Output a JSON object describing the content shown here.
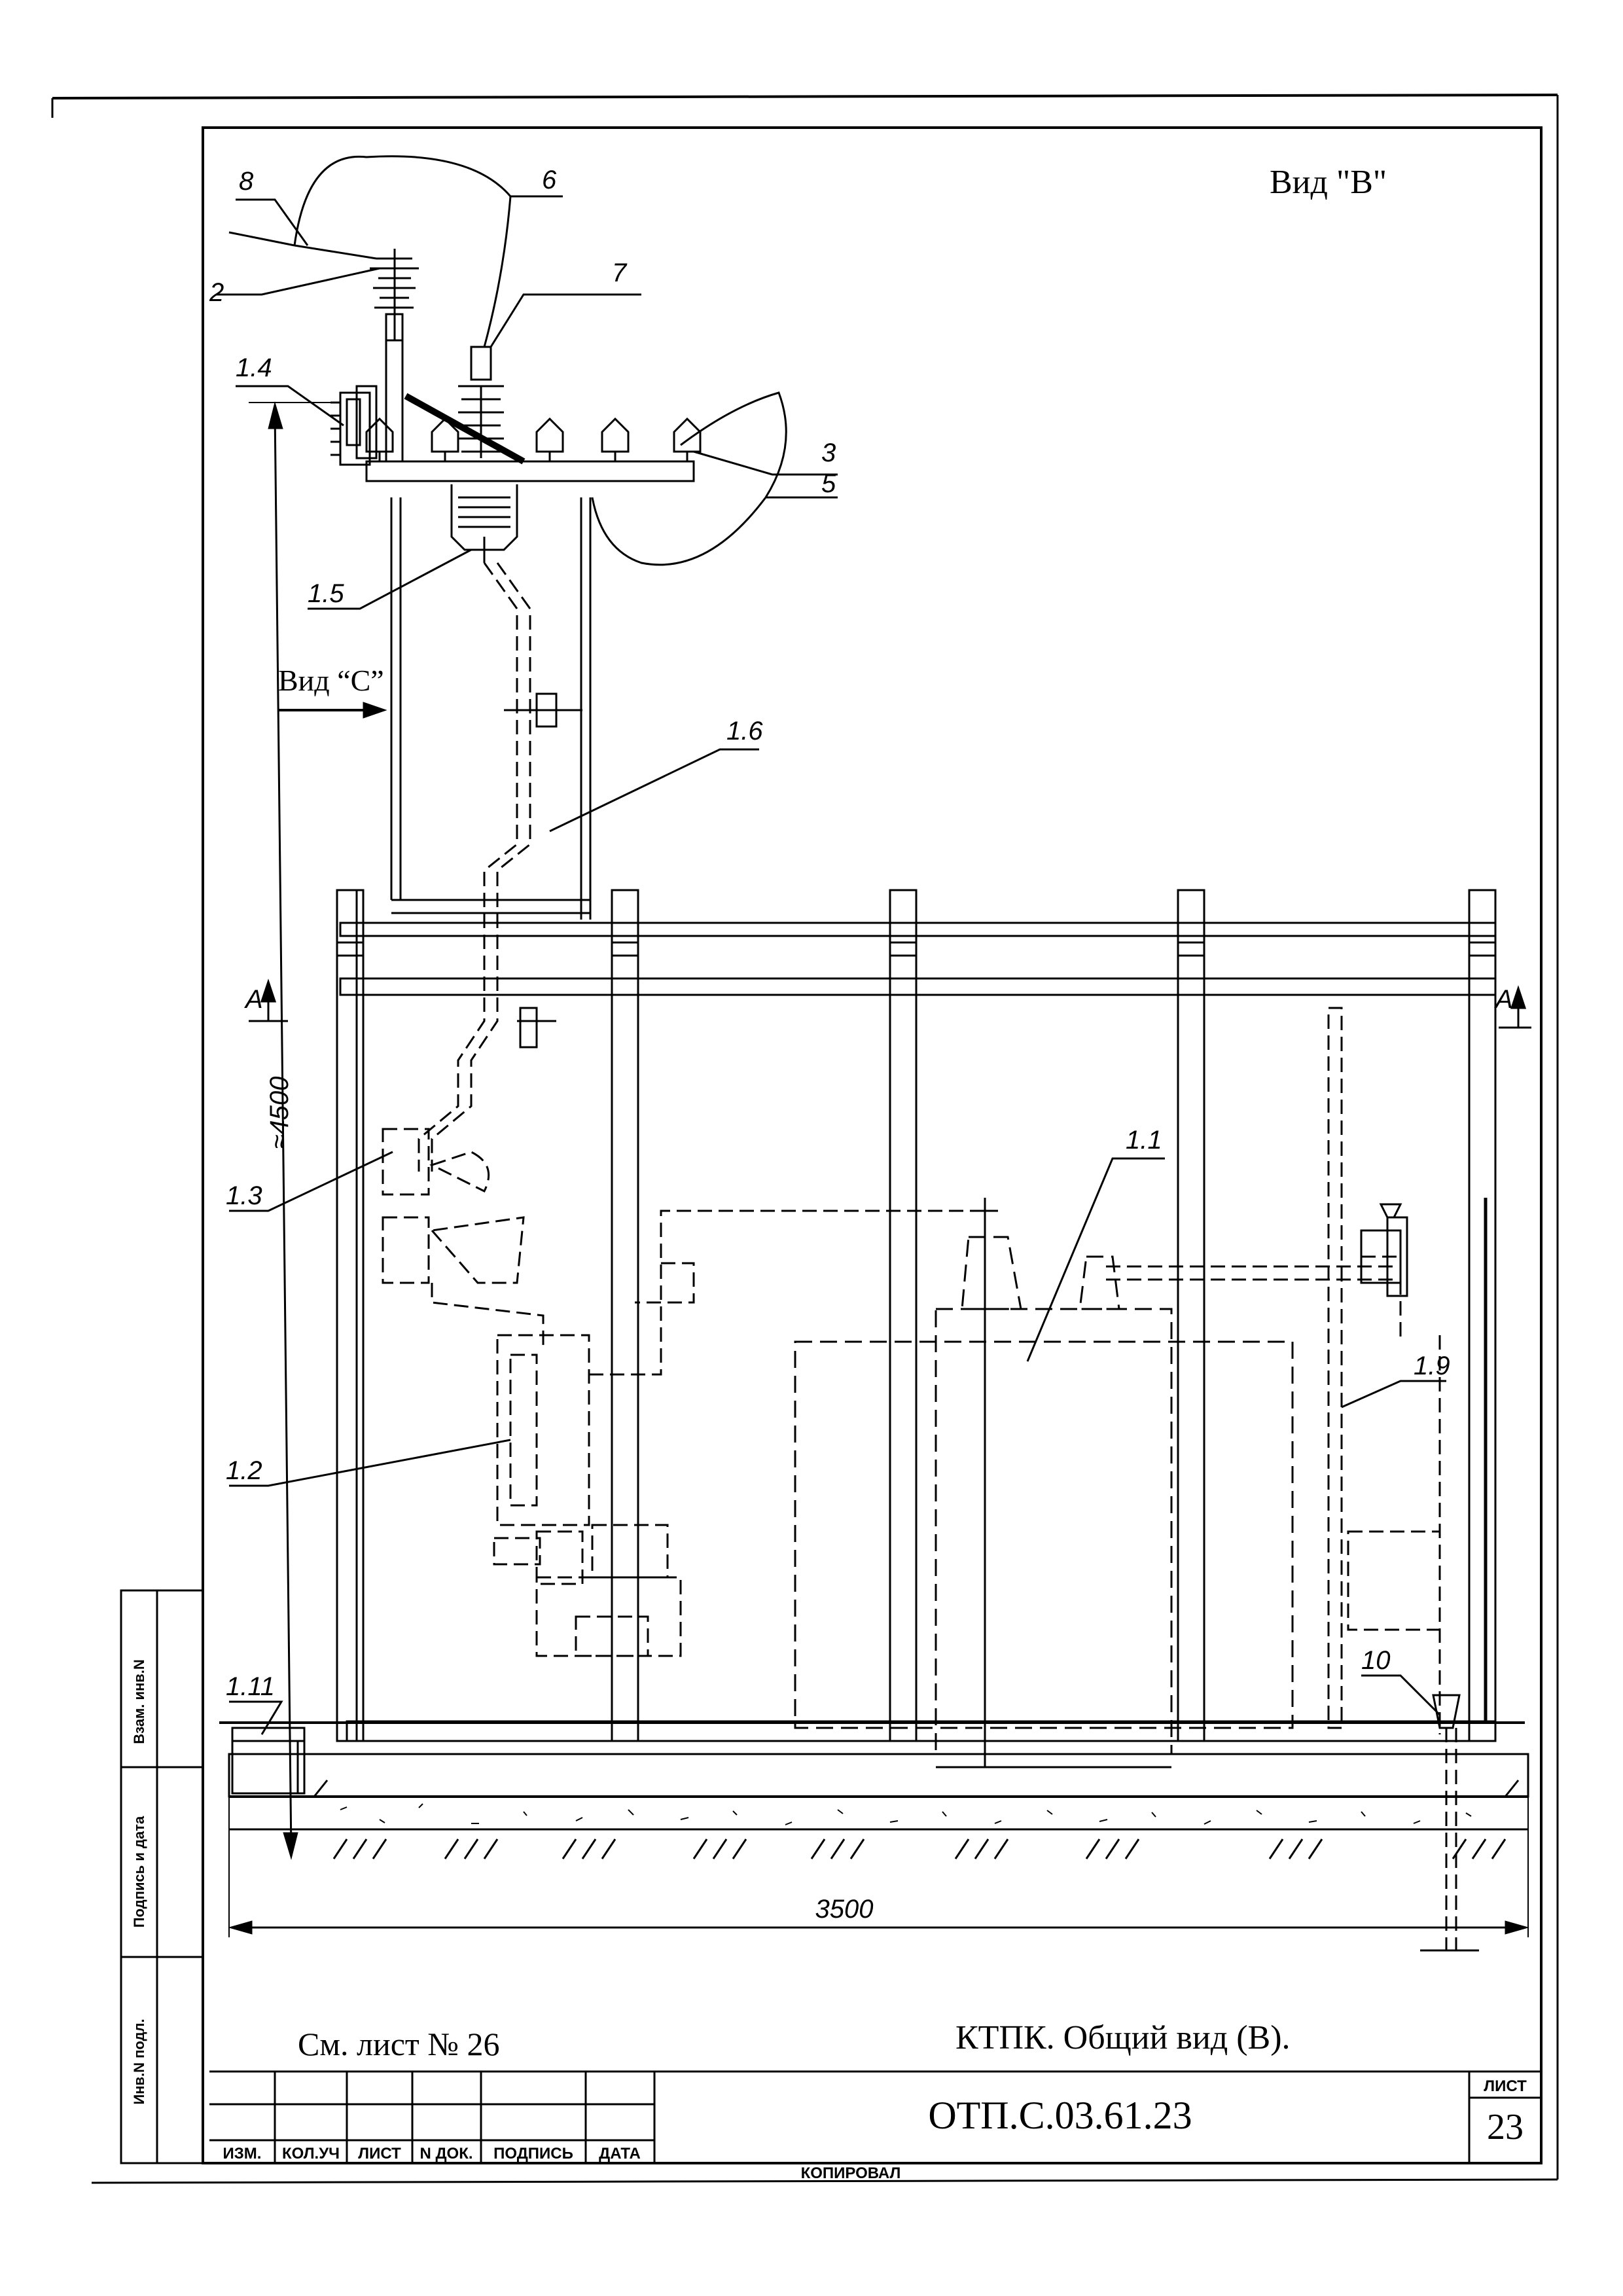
{
  "view_title": "Вид \"В\"",
  "view_c_label": "Вид “С”",
  "section_marker": "А",
  "dimensions": {
    "height": "≈4500",
    "width": "3500"
  },
  "callouts": {
    "c8": "8",
    "c2": "2",
    "c6": "6",
    "c7": "7",
    "c14": "1.4",
    "c3": "3",
    "c5": "5",
    "c15": "1.5",
    "c16": "1.6",
    "c11": "1.1",
    "c13": "1.3",
    "c12": "1.2",
    "c19": "1.9",
    "c111": "1.11",
    "c10": "10"
  },
  "see_sheet": "См. лист № 26",
  "drawing_title": "КТПК. Общий вид (В).",
  "document_code": "ОТП.С.03.61.23",
  "sheet_label": "ЛИСТ",
  "sheet_number": "23",
  "title_block_headers": [
    "ИЗМ.",
    "КОЛ.УЧ",
    "ЛИСТ",
    "N ДОК.",
    "ПОДПИСЬ",
    "ДАТА"
  ],
  "side_stamp": {
    "replaced_inv": "Взам. инв.N",
    "signature_date": "Подпись и дата",
    "orig_inv": "Инв.N подл."
  },
  "copied_label": "КОПИРОВАЛ"
}
